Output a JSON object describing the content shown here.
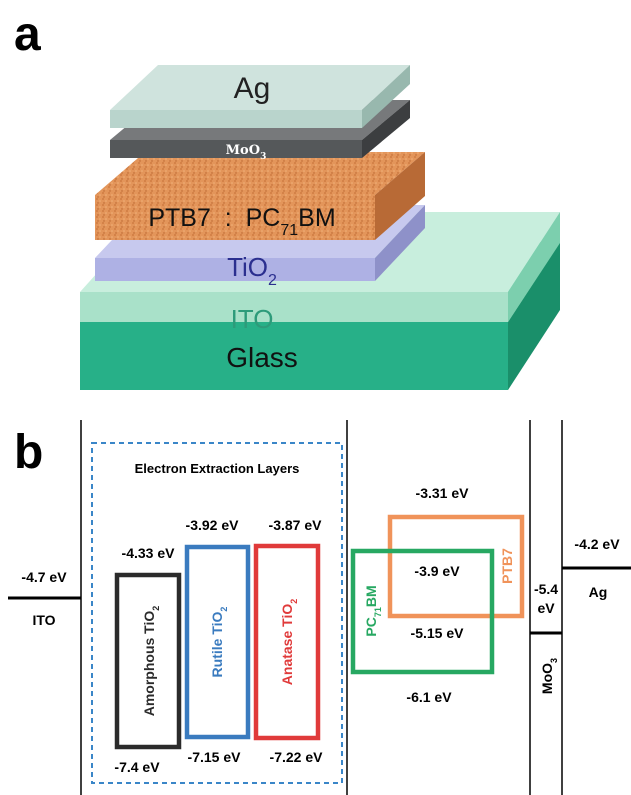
{
  "panel_a": {
    "label": "a",
    "layers": {
      "ag": "Ag",
      "moo3": {
        "base": "MoO",
        "sub": "3"
      },
      "active": {
        "pre": "PTB7  :  PC",
        "sub": "71",
        "post": "BM"
      },
      "tio2": {
        "base": "TiO",
        "sub": "2"
      },
      "ito": "ITO",
      "glass": "Glass"
    }
  },
  "panel_b": {
    "label": "b",
    "eel_title": "Electron Extraction Layers",
    "ito": {
      "label": "ITO",
      "value": "-4.7 eV"
    },
    "amorphous": {
      "name": "Amorphous TiO",
      "sub": "2",
      "lumo": "-4.33 eV",
      "homo": "-7.4 eV"
    },
    "rutile": {
      "name": "Rutile TiO",
      "sub": "2",
      "lumo": "-3.92 eV",
      "homo": "-7.15 eV"
    },
    "anatase": {
      "name": "Anatase TiO",
      "sub": "2",
      "lumo": "-3.87 eV",
      "homo": "-7.22 eV"
    },
    "ptb7": {
      "name": "PTB7",
      "lumo": "-3.31 eV",
      "homo": "-5.15 eV"
    },
    "pc71bm": {
      "name_pre": "PC",
      "sub": "71",
      "name_post": "BM",
      "lumo": "-3.9 eV",
      "homo": "-6.1 eV"
    },
    "moo3": {
      "base": "MoO",
      "sub": "3",
      "value_a": "-5.4",
      "value_b": "eV"
    },
    "ag": {
      "label": "Ag",
      "value": "-4.2 eV"
    },
    "colors": {
      "amorphous": "#2b2b2b",
      "rutile": "#3a7bbf",
      "anatase": "#e03a3a",
      "ptb7": "#f0935a",
      "pc71bm": "#27a862",
      "dashed_box": "#3a86c8"
    }
  }
}
